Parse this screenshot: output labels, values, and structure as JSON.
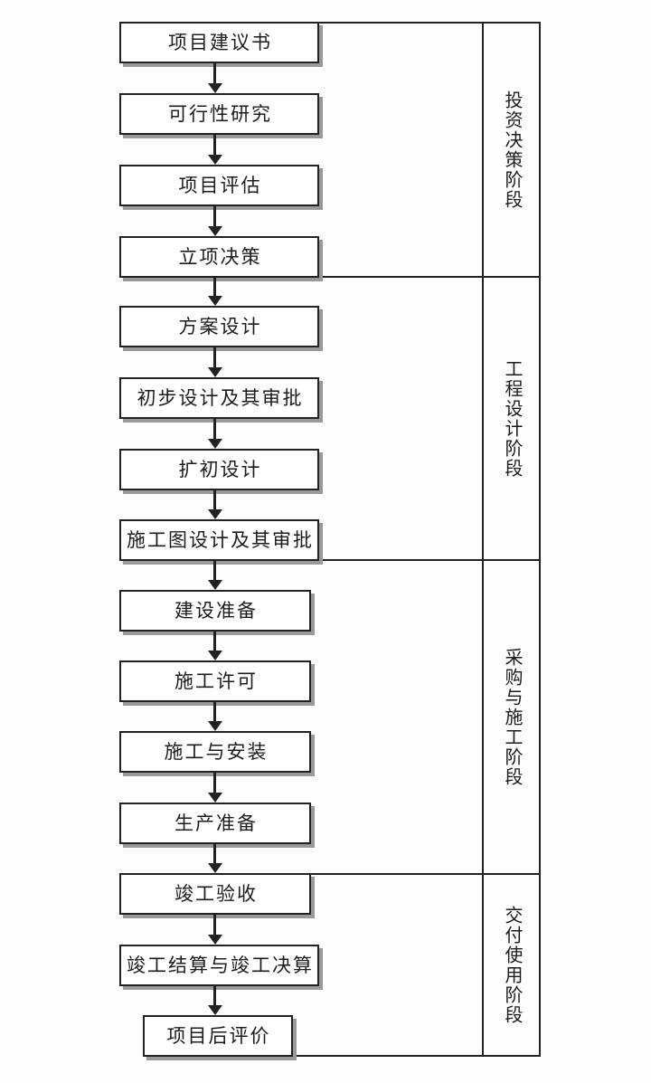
{
  "diagram": {
    "title_implicit": "建设项目全过程流程",
    "steps": [
      {
        "label": "项目建议书"
      },
      {
        "label": "可行性研究"
      },
      {
        "label": "项目评估"
      },
      {
        "label": "立项决策"
      },
      {
        "label": "方案设计"
      },
      {
        "label": "初步设计及其审批"
      },
      {
        "label": "扩初设计"
      },
      {
        "label": "施工图设计及其审批"
      },
      {
        "label": "建设准备"
      },
      {
        "label": "施工许可"
      },
      {
        "label": "施工与安装"
      },
      {
        "label": "生产准备"
      },
      {
        "label": "竣工验收"
      },
      {
        "label": "竣工结算与竣工决算"
      },
      {
        "label": "项目后评价"
      }
    ],
    "phases": [
      {
        "label": "投资决策阶段",
        "covers_steps": [
          1,
          4
        ]
      },
      {
        "label": "工程设计阶段",
        "covers_steps": [
          5,
          8
        ]
      },
      {
        "label": "采购与施工阶段",
        "covers_steps": [
          9,
          12
        ]
      },
      {
        "label": "交付使用阶段",
        "covers_steps": [
          13,
          15
        ]
      }
    ],
    "flow": "linear-top-to-bottom",
    "colors": {
      "line": "#222222",
      "shadow": "#999999",
      "text": "#1c1c1c",
      "background": "#fdfdfd"
    }
  }
}
